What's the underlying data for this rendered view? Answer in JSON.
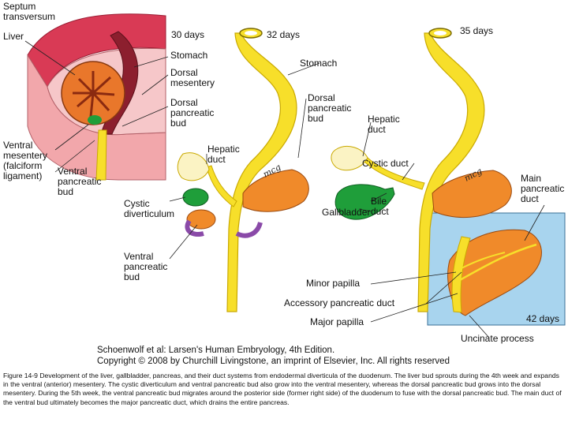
{
  "labels": {
    "septum_transversum": "Septum\ntransversum",
    "liver": "Liver",
    "stomach_30": "Stomach",
    "dorsal_mesentery": "Dorsal\nmesentery",
    "dorsal_pancreatic_bud_30": "Dorsal\npancreatic\nbud",
    "ventral_mesentery": "Ventral\nmesentery\n(falciform\nligament)",
    "ventral_pancreatic_bud_30": "Ventral\npancreatic\nbud",
    "stomach_32": "Stomach",
    "dorsal_pancreatic_bud_32": "Dorsal\npancreatic\nbud",
    "hepatic_duct_32": "Hepatic\nduct",
    "cystic_diverticulum": "Cystic\ndiverticulum",
    "ventral_pancreatic_bud_32": "Ventral\npancreatic\nbud",
    "hepatic_duct_35": "Hepatic\nduct",
    "cystic_duct": "Cystic duct",
    "bile_duct": "Bile\nduct",
    "gallbladder": "Gallbladder",
    "main_pancreatic_duct": "Main\npancreatic\nduct",
    "minor_papilla": "Minor papilla",
    "accessory_pancreatic_duct": "Accessory pancreatic duct",
    "major_papilla": "Major papilla",
    "uncinate_process": "Uncinate process"
  },
  "stages": {
    "d30": "30 days",
    "d32": "32 days",
    "d35": "35 days",
    "d42": "42 days"
  },
  "signature": "mcg",
  "credit_line1": "Schoenwolf et al: Larsen's Human Embryology, 4th Edition.",
  "credit_line2": "Copyright © 2008 by Churchill Livingstone, an imprint of Elsevier, Inc. All rights reserved",
  "caption": "Figure 14-9 Development of the liver, gallbladder, pancreas, and their duct systems from endodermal diverticula of the duodenum. The liver bud sprouts during the 4th week and expands in the ventral (anterior) mesentery. The cystic diverticulum and ventral pancreatic bud also grow into the ventral mesentery, whereas the dorsal pancreatic bud grows into the dorsal mesentery. During the 5th week, the ventral pancreatic bud migrates around the posterior side (former right side) of the duodenum to fuse with the dorsal pancreatic bud. The main duct of the ventral bud ultimately becomes the major pancreatic duct, which drains the entire pancreas.",
  "colors": {
    "gut": "#f7df2a",
    "gut_outline": "#c9a900",
    "pancreas": "#f08a2a",
    "gallbladder": "#1f9e3a",
    "liver": "#e9772b",
    "septum": "#d93a55",
    "mesentery": "#f2b6b8",
    "blue_box": "#a8d4ee",
    "arrow": "#8a4aa8"
  }
}
